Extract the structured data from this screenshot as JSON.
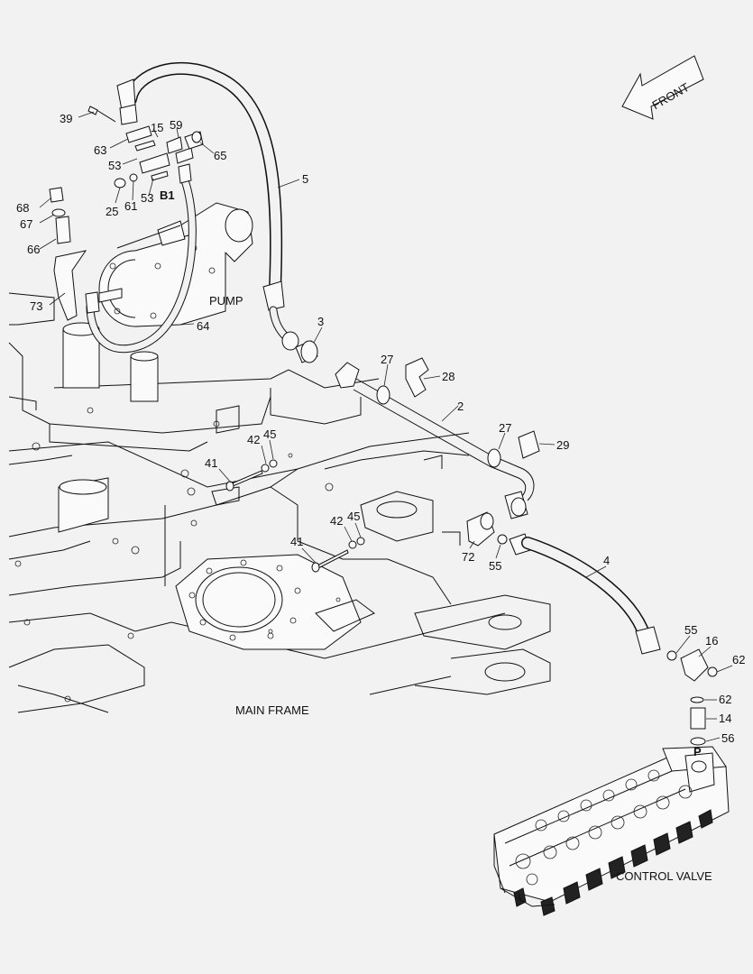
{
  "diagram": {
    "front_arrow": "FRONT",
    "labels": {
      "pump": "PUMP",
      "main_frame": "MAIN FRAME",
      "control_valve": "CONTROL VALVE",
      "port_b1": "B1",
      "port_p": "P"
    },
    "callouts": [
      "39",
      "63",
      "15",
      "59",
      "53",
      "65",
      "25",
      "61",
      "53",
      "68",
      "67",
      "66",
      "5",
      "73",
      "64",
      "3",
      "27",
      "28",
      "2",
      "27",
      "29",
      "42",
      "45",
      "41",
      "42",
      "45",
      "41",
      "72",
      "55",
      "4",
      "55",
      "16",
      "62",
      "62",
      "14",
      "56"
    ]
  }
}
